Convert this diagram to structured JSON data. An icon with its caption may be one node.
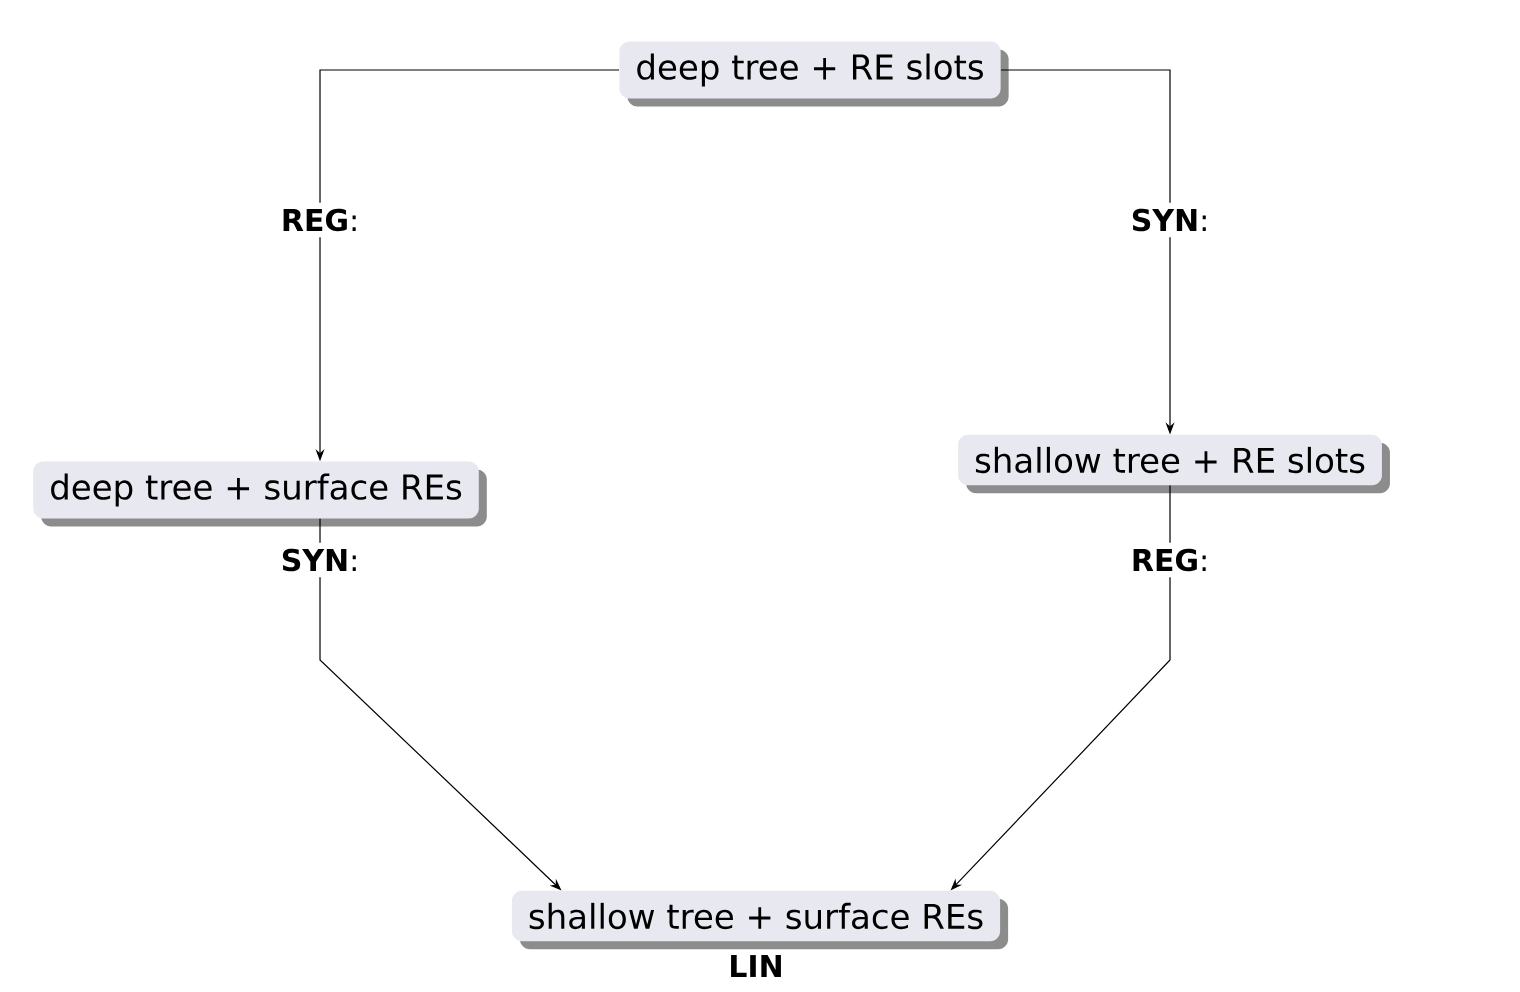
{
  "diagram": {
    "nodes": [
      {
        "text": [
          "deep tree + RE slots"
        ]
      },
      {
        "text": [
          "deep tree + surface REs"
        ]
      },
      {
        "text": [
          "shallow tree + RE slots"
        ]
      },
      {
        "text": [
          "shallow tree + surface REs"
        ]
      }
    ],
    "edges": [
      {
        "from": 0,
        "to": 1,
        "arrow": "to",
        "label": "**REG**:"
      },
      {
        "from": 0,
        "to": 2,
        "arrow": "to",
        "label": "**SYN**:"
      },
      {
        "from": 1,
        "to": 3,
        "arrow": "to",
        "label": "**SYN**:"
      },
      {
        "from": 2,
        "to": 3,
        "arrow": "to",
        "label": "**REG**:"
      }
    ],
    "labels": [
      "**LIN**"
    ]
  }
}
